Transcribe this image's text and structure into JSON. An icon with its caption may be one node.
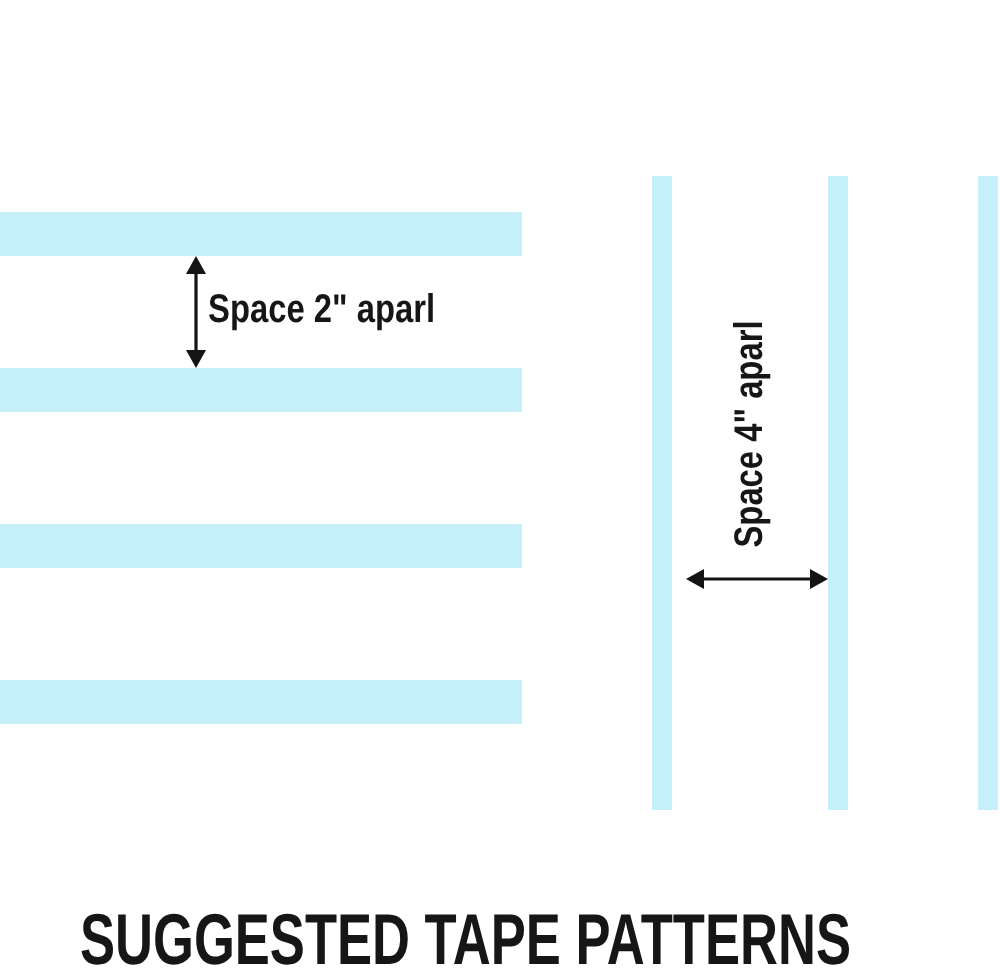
{
  "diagram": {
    "title": "SUGGESTED TAPE PATTERNS",
    "labels": [
      "Space 2\" aparl",
      "Space 4\" aparl"
    ]
  }
}
